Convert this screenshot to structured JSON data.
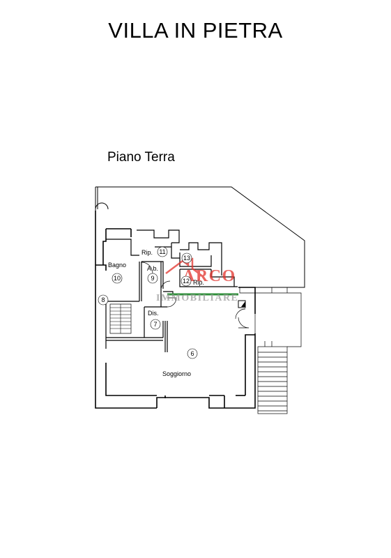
{
  "title": "VILLA IN PIETRA",
  "subtitle": "Piano Terra",
  "rooms": [
    {
      "id": "bagno",
      "label": "Bagno",
      "number": "10"
    },
    {
      "id": "ab",
      "label": "A.b.",
      "number": "9"
    },
    {
      "id": "rip11",
      "label": "Rip.",
      "number": "11"
    },
    {
      "id": "r13",
      "label": "",
      "number": "13"
    },
    {
      "id": "rip12",
      "label": "Rip.",
      "number": "12"
    },
    {
      "id": "r8",
      "label": "",
      "number": "8"
    },
    {
      "id": "dis",
      "label": "Dis.",
      "number": "7"
    },
    {
      "id": "soggiorno",
      "label": "Soggiorno",
      "number": "6"
    }
  ],
  "watermark": {
    "brand": "ARCO",
    "line2": "IMMOBILIARE",
    "color": "#e2322b",
    "accent": "#2f8f3a"
  }
}
